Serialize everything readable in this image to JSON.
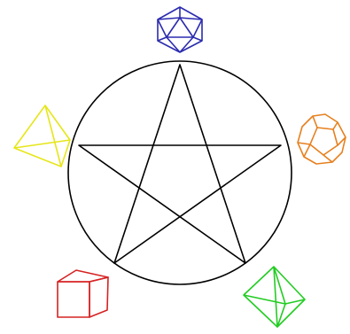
{
  "diagram": {
    "background": "#ffffff",
    "stroke_color": "#000000",
    "figures": {
      "pentagram": {
        "shape": "pentagram-in-circle",
        "color": "#000000"
      },
      "icosahedron": {
        "shape": "icosahedron",
        "color": "#2b2bb0"
      },
      "dodecahedron": {
        "shape": "dodecahedron",
        "color": "#e6801f"
      },
      "octahedron": {
        "shape": "octahedron",
        "color": "#22cc22"
      },
      "cube": {
        "shape": "cube",
        "color": "#d62222"
      },
      "tetrahedron": {
        "shape": "tetrahedron",
        "color": "#e6e61a"
      }
    }
  }
}
